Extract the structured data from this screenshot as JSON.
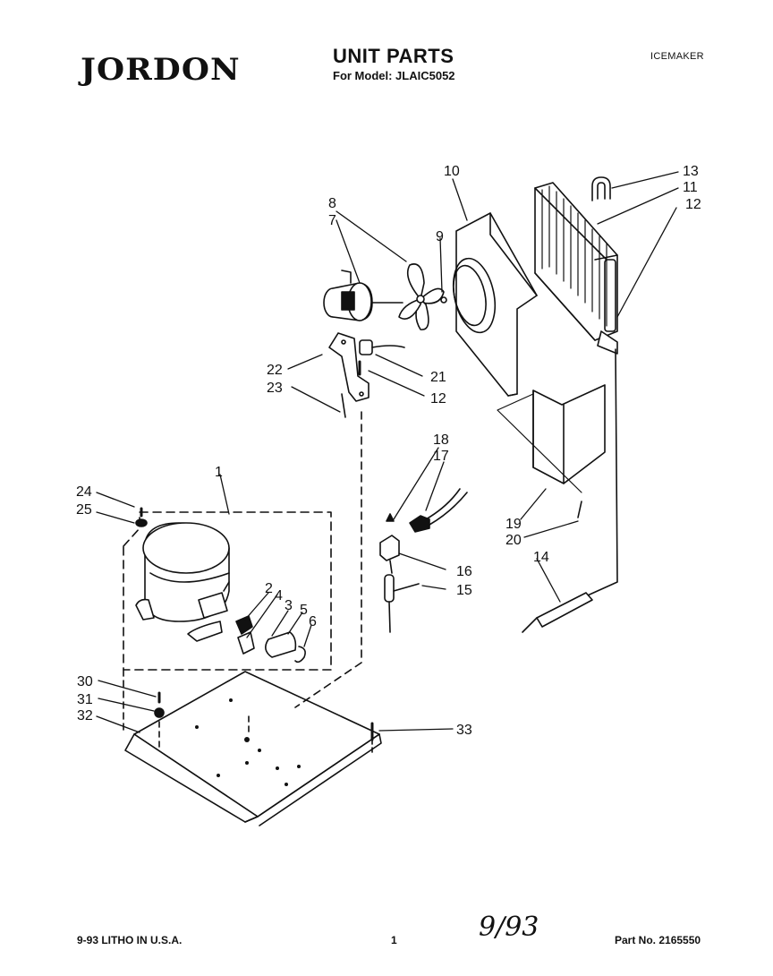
{
  "header": {
    "brand": "JORDON",
    "title": "UNIT PARTS",
    "subtitle": "For Model: JLAIC5052",
    "category": "ICEMAKER"
  },
  "callouts": [
    "1",
    "2",
    "3",
    "4",
    "5",
    "6",
    "7",
    "8",
    "9",
    "10",
    "11",
    "12",
    "12",
    "13",
    "14",
    "15",
    "16",
    "17",
    "18",
    "19",
    "20",
    "21",
    "22",
    "23",
    "24",
    "25",
    "30",
    "31",
    "32",
    "33"
  ],
  "footer": {
    "print_info": "9-93 LITHO IN U.S.A.",
    "page_number": "1",
    "handwritten_note": "9/93",
    "part_number": "Part No. 2165550"
  }
}
